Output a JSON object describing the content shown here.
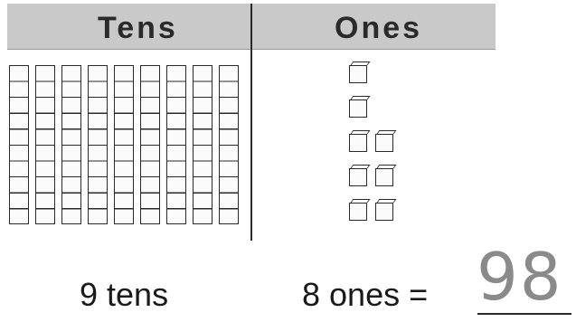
{
  "header": {
    "tens_label": "Tens",
    "ones_label": "Ones"
  },
  "model": {
    "tens_rods": 9,
    "ones_cubes": 8,
    "cubes_per_rod": 10
  },
  "equation": {
    "tens_text": "9 tens",
    "ones_text": "8 ones =",
    "answer": "98"
  },
  "colors": {
    "header_bg": "#c9c9c9",
    "ink": "#2a2a2a",
    "answer_ink": "#8a8a8a"
  }
}
